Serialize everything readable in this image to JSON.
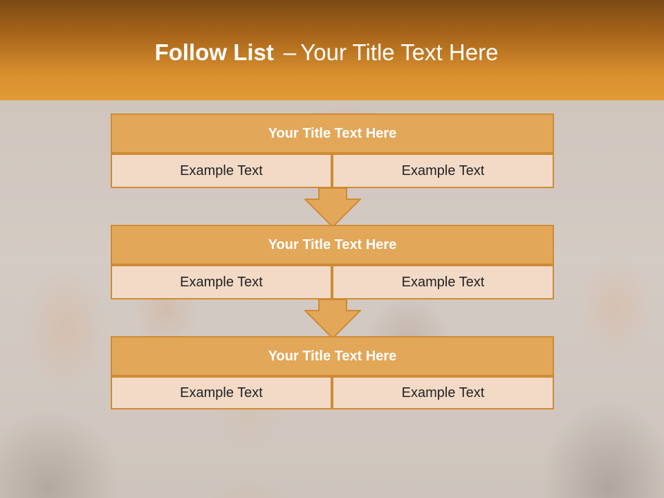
{
  "slide": {
    "title_bold": "Follow List",
    "title_separator": "–",
    "title_rest": "Your Title Text Here"
  },
  "blocks": [
    {
      "title": "Your Title Text Here",
      "left": "Example Text",
      "right": "Example Text"
    },
    {
      "title": "Your Title Text Here",
      "left": "Example Text",
      "right": "Example Text"
    },
    {
      "title": "Your Title Text Here",
      "left": "Example Text",
      "right": "Example Text"
    }
  ],
  "colors": {
    "header_gradient_top": "#7a4a14",
    "header_gradient_bottom": "#e29a36",
    "block_title_fill": "#e3a759",
    "block_border": "#cf8a34",
    "cell_fill": "#f2dac7",
    "arrow_fill": "#e3a759"
  }
}
